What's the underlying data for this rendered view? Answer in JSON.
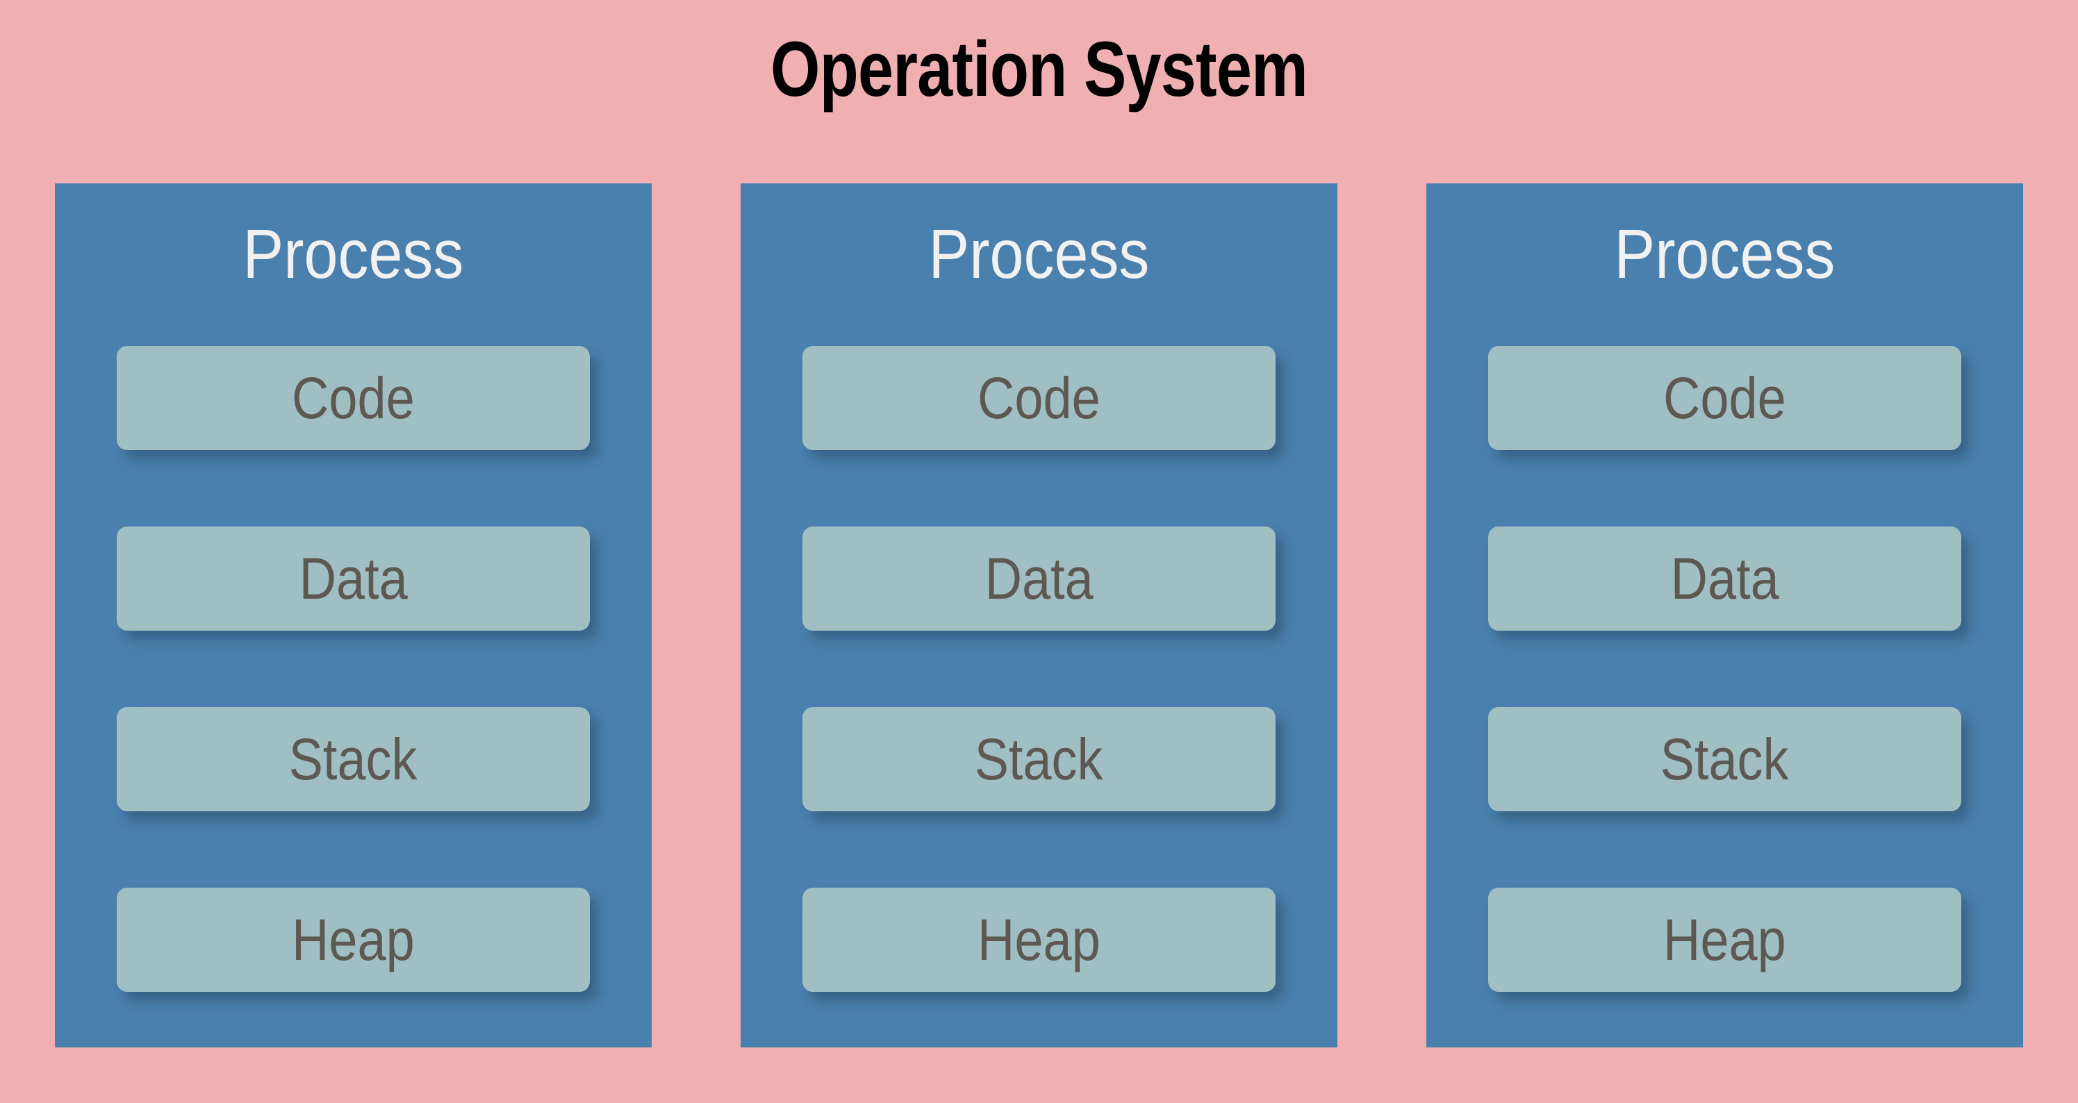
{
  "diagram": {
    "title": "Operation System",
    "background_color": "#f0b0b2",
    "process_color": "#4a80ae",
    "segment_color": "#9fbfc3",
    "segment_text_color": "#5e5852",
    "title_text_color": "#000000",
    "process_title_color": "#f1f1f1",
    "processes": [
      {
        "title": "Process",
        "segments": [
          {
            "label": "Code"
          },
          {
            "label": "Data"
          },
          {
            "label": "Stack"
          },
          {
            "label": "Heap"
          }
        ]
      },
      {
        "title": "Process",
        "segments": [
          {
            "label": "Code"
          },
          {
            "label": "Data"
          },
          {
            "label": "Stack"
          },
          {
            "label": "Heap"
          }
        ]
      },
      {
        "title": "Process",
        "segments": [
          {
            "label": "Code"
          },
          {
            "label": "Data"
          },
          {
            "label": "Stack"
          },
          {
            "label": "Heap"
          }
        ]
      }
    ]
  }
}
